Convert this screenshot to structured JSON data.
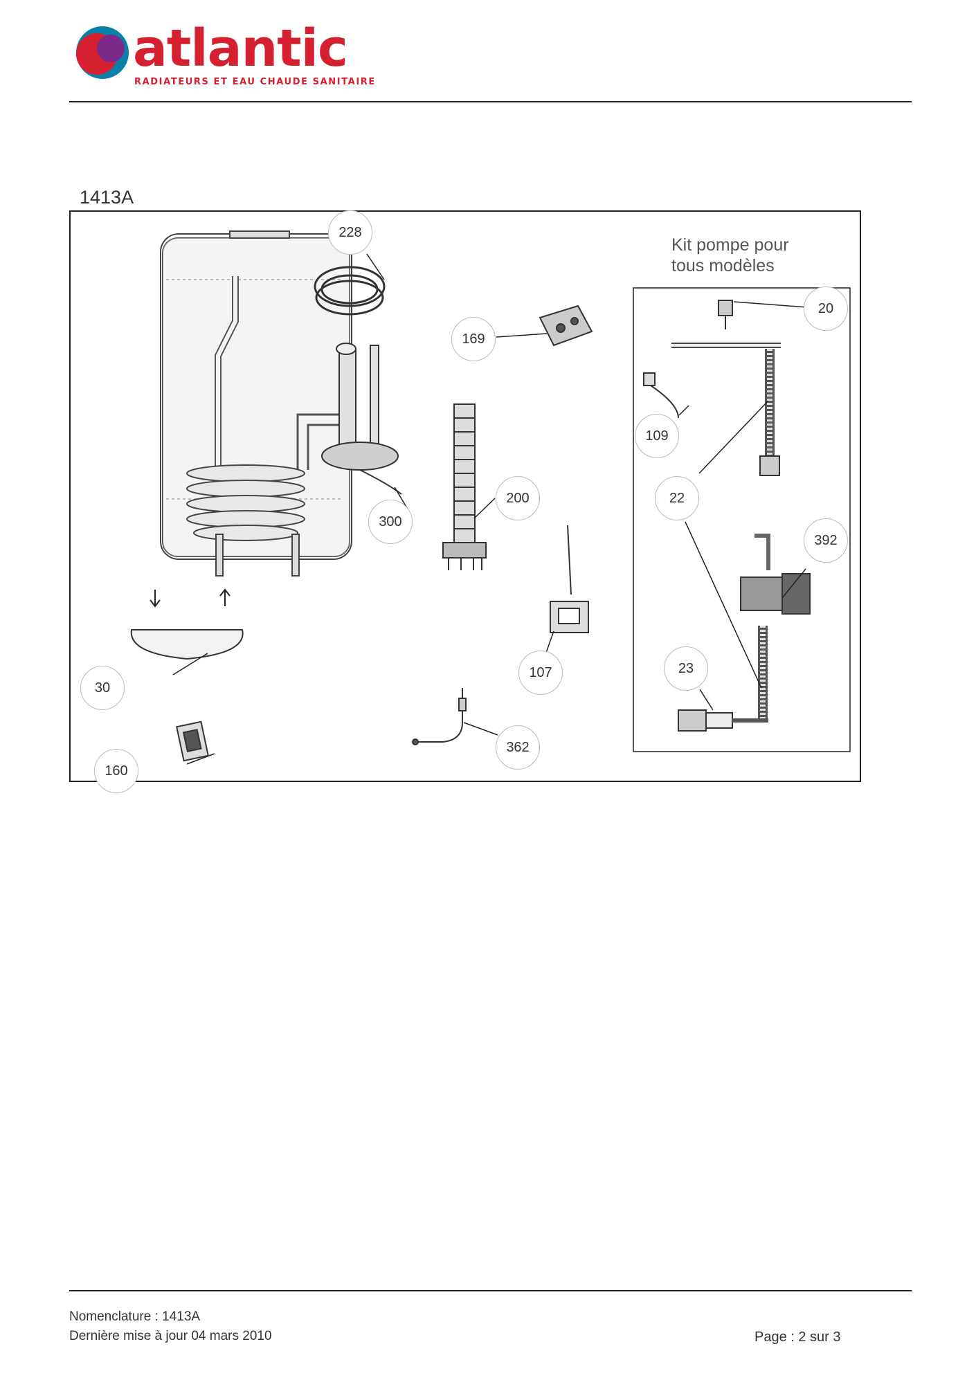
{
  "header": {
    "brand_name": "atlantic",
    "tagline": "RADIATEURS ET EAU CHAUDE SANITAIRE"
  },
  "document": {
    "model": "1413A"
  },
  "diagram": {
    "kit_title": "Kit pompe pour\ntous modèles",
    "callouts": {
      "c228": "228",
      "c169": "169",
      "c20": "20",
      "c109": "109",
      "c200": "200",
      "c22": "22",
      "c300": "300",
      "c392": "392",
      "c107": "107",
      "c23": "23",
      "c30": "30",
      "c362": "362",
      "c160": "160"
    }
  },
  "footer": {
    "nomenclature": "Nomenclature : 1413A",
    "updated": "Dernière mise à jour 04 mars 2010",
    "page": "Page : 2 sur 3"
  },
  "colors": {
    "brand_red": "#d5202f",
    "logo_blue": "#0a7fa8",
    "logo_purple": "#7b2a8a"
  }
}
